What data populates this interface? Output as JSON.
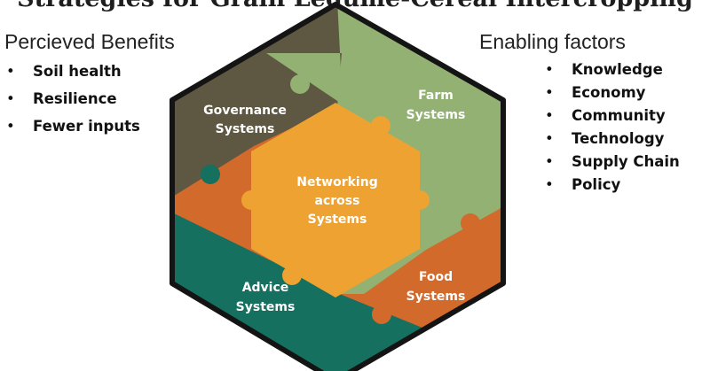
{
  "title": "Strategies for Grain Legume-Cereal Intercropping",
  "benefits": {
    "heading": "Percieved Benefits",
    "items": [
      "Soil health",
      "Resilience",
      "Fewer inputs"
    ]
  },
  "enablers": {
    "heading": "Enabling factors",
    "items": [
      "Knowledge",
      "Economy",
      "Community",
      "Technology",
      "Supply Chain",
      "Policy"
    ]
  },
  "diagram": {
    "segments": {
      "governance": {
        "line1": "Governance",
        "line2": "Systems",
        "color": "#5e5742"
      },
      "farm": {
        "line1": "Farm",
        "line2": "Systems",
        "color": "#93b173"
      },
      "food": {
        "line1": "Food",
        "line2": "Systems",
        "color": "#d26a2c"
      },
      "advice": {
        "line1": "Advice",
        "line2": "Systems",
        "color": "#16705f"
      },
      "networking": {
        "line1": "Networking",
        "line2": "across",
        "line3": "Systems",
        "color": "#eda231"
      }
    },
    "outline_color": "#141414"
  }
}
